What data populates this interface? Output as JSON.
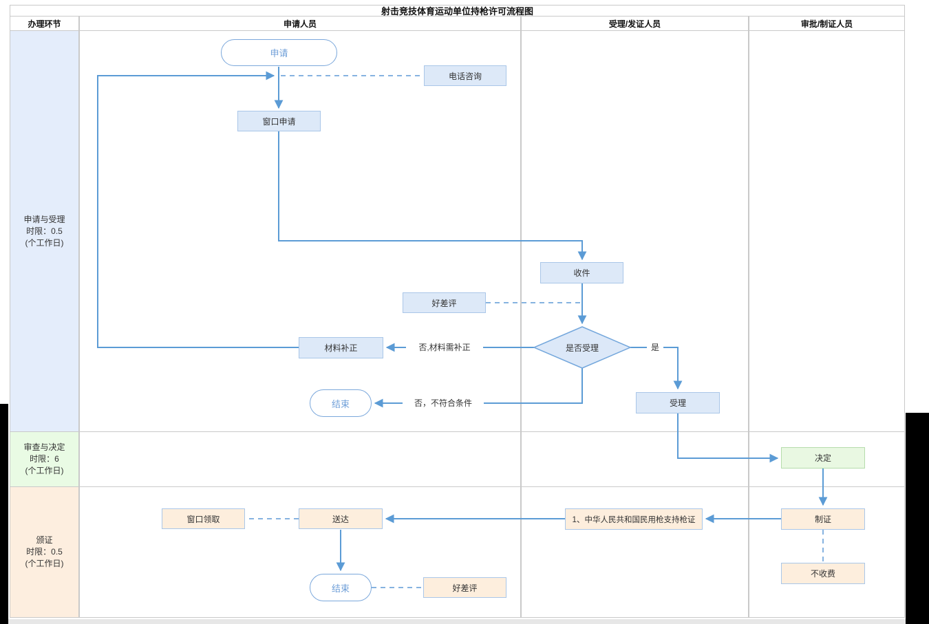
{
  "title": "射击竞技体育运动单位持枪许可流程图",
  "columns": [
    "办理环节",
    "申请人员",
    "受理/发证人员",
    "审批/制证人员"
  ],
  "lanes": [
    {
      "label": "申请与受理\n时限：0.5\n(个工作日)",
      "color": "#e4edfb"
    },
    {
      "label": "审查与决定\n时限：6\n(个工作日)",
      "color": "#e9fbe4"
    },
    {
      "label": "颁证\n时限：0.5\n(个工作日)",
      "color": "#fdeedf"
    }
  ],
  "nodes": {
    "start": "申请",
    "phone_consult": "电话咨询",
    "window_apply": "窗口申请",
    "receive": "收件",
    "rating_top": "好差评",
    "decision": "是否受理",
    "material_fix": "材料补正",
    "end_reject": "结束",
    "accept": "受理",
    "decide": "决定",
    "make_cert": "制证",
    "no_fee": "不收费",
    "cert_item": "1、中华人民共和国民用枪支持枪证",
    "deliver": "送达",
    "window_pickup": "窗口领取",
    "end_final": "结束",
    "rating_bottom": "好差评"
  },
  "edge_labels": {
    "no_fix": "否,材料需补正",
    "no_reject": "否，不符合条件",
    "yes": "是"
  },
  "colors": {
    "edge": "#5b9bd5",
    "edge_dash": "#85b2e0",
    "node_blue_bg": "#dde9f8",
    "node_blue_border": "#a9c6e8",
    "node_orange_bg": "#fdeedd",
    "node_orange_border": "#a9c6e8",
    "node_green_bg": "#e9f8e2",
    "node_green_border": "#b5dcab",
    "pill_border": "#7aa7db",
    "pill_text": "#6f9fd8",
    "diamond_bg": "#dce8f8",
    "diamond_border": "#74a7dc",
    "grid_border": "#c9c9c9"
  }
}
